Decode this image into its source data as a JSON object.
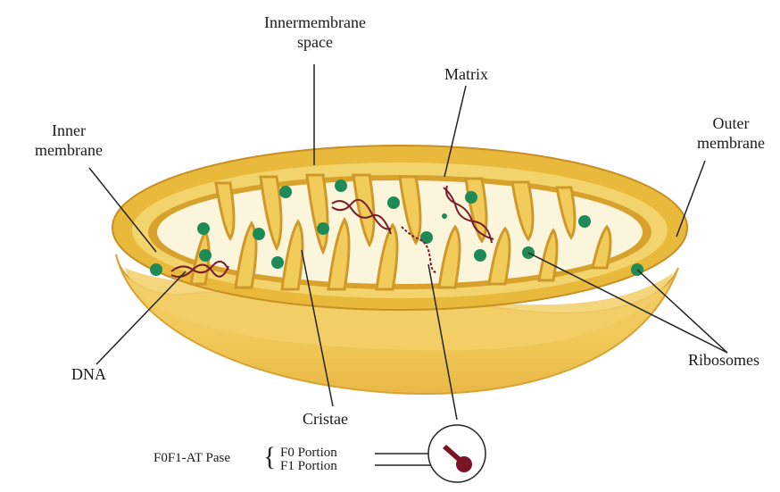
{
  "labels": {
    "intermembrane_space_line1": "Innermembrane",
    "intermembrane_space_line2": "space",
    "matrix": "Matrix",
    "inner_membrane_line1": "Inner",
    "inner_membrane_line2": "membrane",
    "outer_membrane_line1": "Outer",
    "outer_membrane_line2": "membrane",
    "dna": "DNA",
    "ribosomes": "Ribosomes",
    "cristae": "Cristae",
    "atpase": "F0F1-AT Pase",
    "f0_portion": "F0 Portion",
    "f1_portion": "F1 Portion"
  },
  "colors": {
    "outer_shell": "#e8b93a",
    "outer_shell_light": "#f6dc86",
    "intermembrane": "#d9a530",
    "matrix": "#fbf5dc",
    "ribosome": "#1e8a55",
    "dna": "#7a1d2a",
    "atp_synthase": "#7a1424",
    "line": "#222222"
  },
  "icons": {
    "ribosome": "green-dot",
    "dna": "double-helix",
    "atpase_zoom": "circle-inset"
  }
}
